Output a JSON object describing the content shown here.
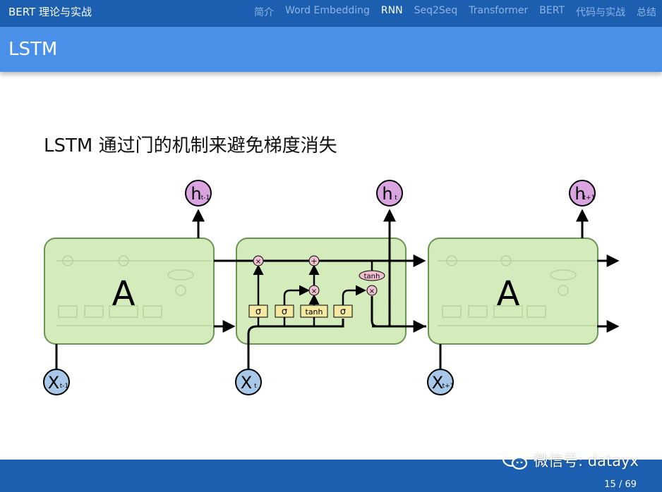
{
  "nav": {
    "brand": "BERT 理论与实战",
    "items": [
      {
        "label": "简介",
        "active": false
      },
      {
        "label": "Word Embedding",
        "active": false
      },
      {
        "label": "RNN",
        "active": true
      },
      {
        "label": "Seq2Seq",
        "active": false
      },
      {
        "label": "Transformer",
        "active": false
      },
      {
        "label": "BERT",
        "active": false
      },
      {
        "label": "代码与实战",
        "active": false
      },
      {
        "label": "总结",
        "active": false
      }
    ]
  },
  "frame": {
    "title": "LSTM"
  },
  "slide": {
    "heading": "LSTM 通过门的机制来避免梯度消失"
  },
  "diagram": {
    "cell_label": "A",
    "gate_symbol": "σ",
    "tanh_label": "tanh",
    "times_symbol": "×",
    "plus_symbol": "+",
    "h_prev": {
      "main": "h",
      "sub": "t-1"
    },
    "h_curr": {
      "main": "h",
      "sub": "t"
    },
    "h_next": {
      "main": "h",
      "sub": "t+1"
    },
    "x_prev": {
      "main": "X",
      "sub": "t-1"
    },
    "x_curr": {
      "main": "X",
      "sub": "t"
    },
    "x_next": {
      "main": "X",
      "sub": "t+1"
    },
    "colors": {
      "cell_fill": "#d4ecbc",
      "cell_stroke": "#6b9450",
      "gate_fill": "#f5e8a0",
      "op_fill": "#f0c0d0",
      "h_fill": "#d9a4e0",
      "x_fill": "#a7c8e8"
    }
  },
  "footer": {
    "watermark": "微信号: datayx",
    "page": "15 / 69"
  },
  "colors": {
    "nav_bg": "#1c5fb0",
    "title_bg": "#4a90e8"
  }
}
